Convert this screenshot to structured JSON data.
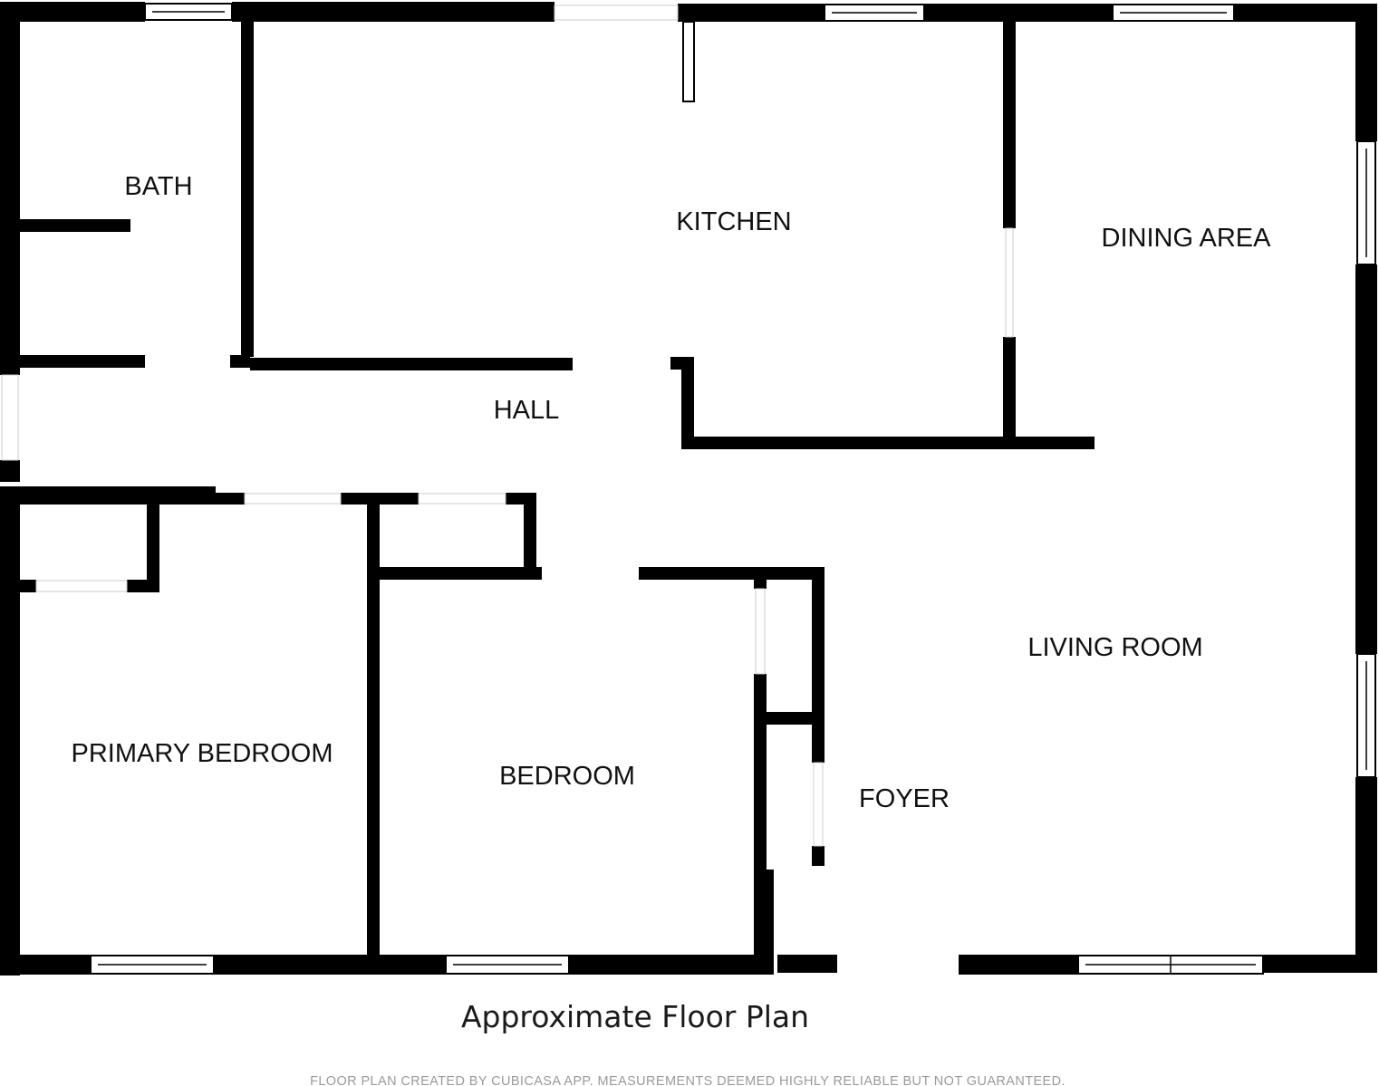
{
  "rooms": {
    "bath": "BATH",
    "kitchen": "KITCHEN",
    "dining_area": "DINING AREA",
    "hall": "HALL",
    "living_room": "LIVING ROOM",
    "primary_bedroom": "PRIMARY BEDROOM",
    "bedroom": "BEDROOM",
    "foyer": "FOYER"
  },
  "caption": "Approximate Floor Plan",
  "footer": "FLOOR PLAN CREATED BY CUBICASA APP. MEASUREMENTS DEEMED HIGHLY RELIABLE BUT NOT GUARANTEED.",
  "colors": {
    "wall": "#000000",
    "background": "#ffffff",
    "footer_text": "#9a9a9a"
  }
}
